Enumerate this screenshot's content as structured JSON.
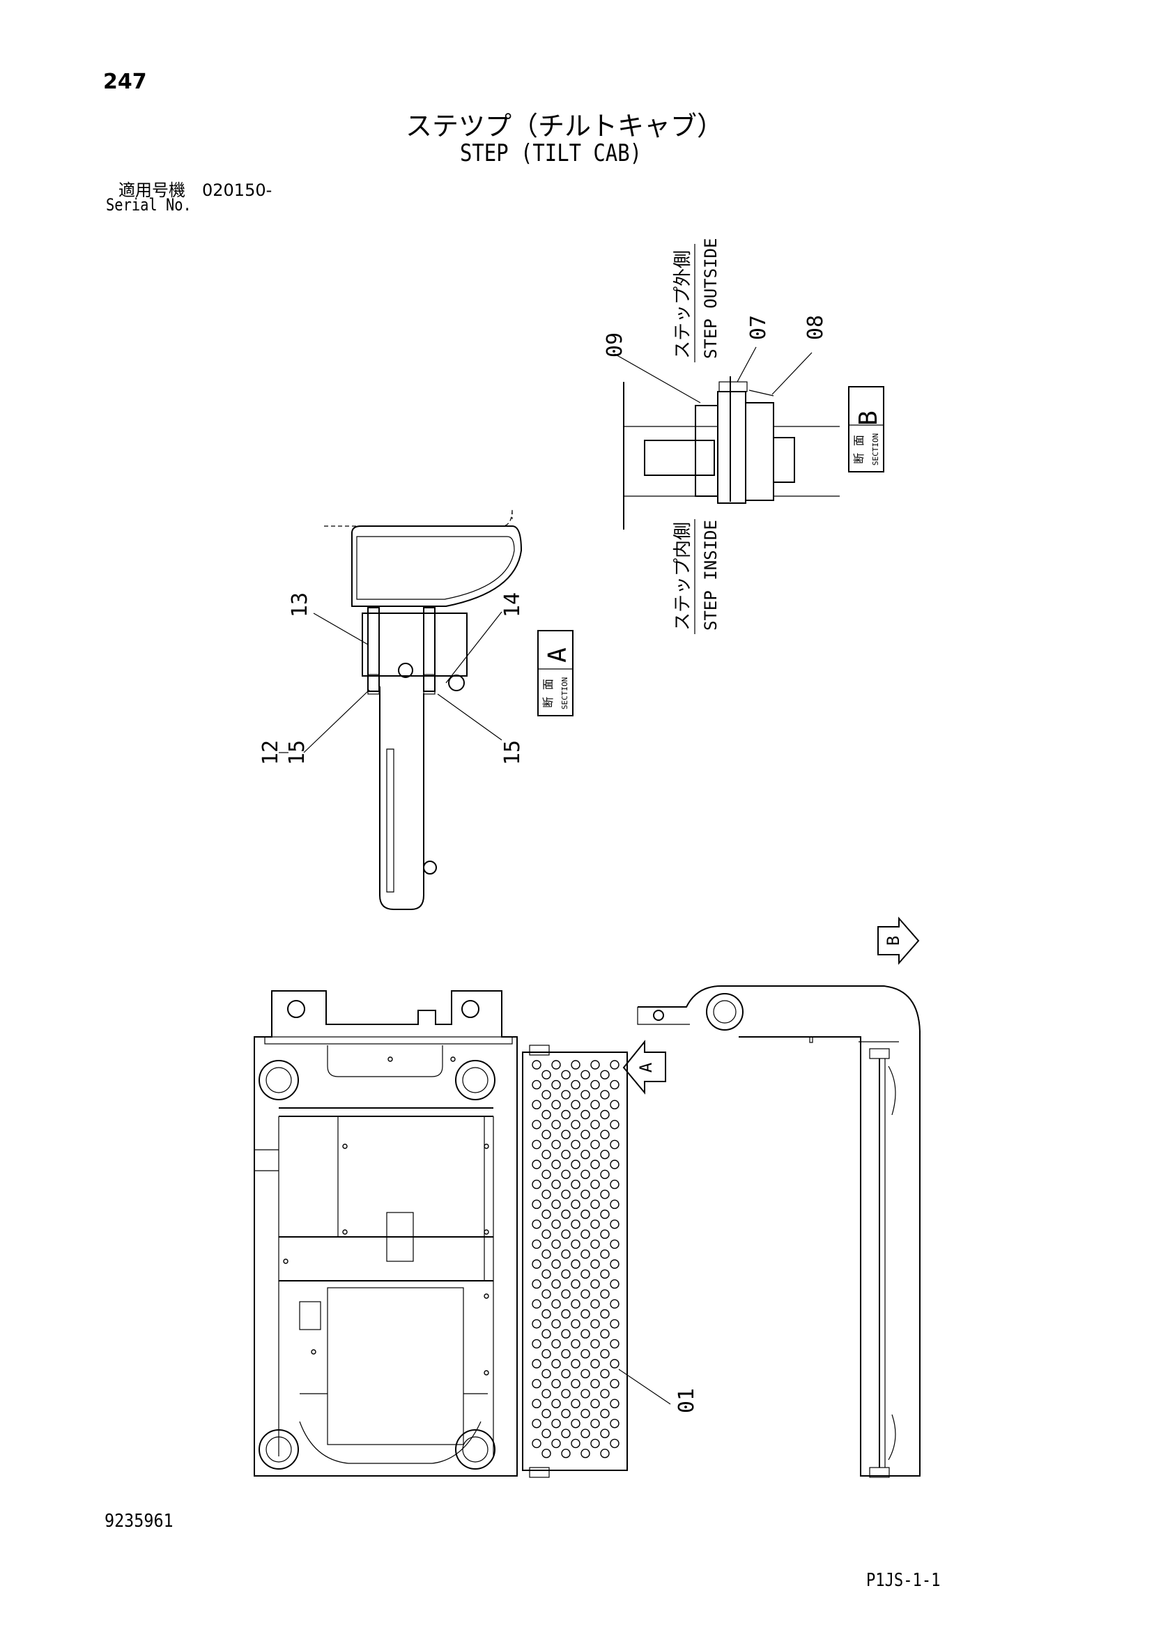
{
  "page_number": "247",
  "title": {
    "jp": "ステツプ（チルトキャブ）",
    "en": "STEP (TILT CAB)"
  },
  "serial": {
    "jp": "適用号機　020150-",
    "en": "Serial No."
  },
  "doc_number": "9235961",
  "page_code": "P1JS-1-1",
  "callouts": {
    "c01": "01",
    "c07": "07",
    "c08": "08",
    "c09": "09",
    "c12": "12",
    "c13": "13",
    "c14": "14",
    "c15a": "15",
    "c15b": "15"
  },
  "labels": {
    "outside_jp": "ステップ外側",
    "outside_en": "STEP OUTSIDE",
    "inside_jp": "ステップ内側",
    "inside_en": "STEP INSIDE",
    "section_jp": "断 面",
    "section_en": "SECTION",
    "section_a": "A",
    "section_b": "B"
  },
  "arrows": {
    "a": "A",
    "b": "B"
  }
}
